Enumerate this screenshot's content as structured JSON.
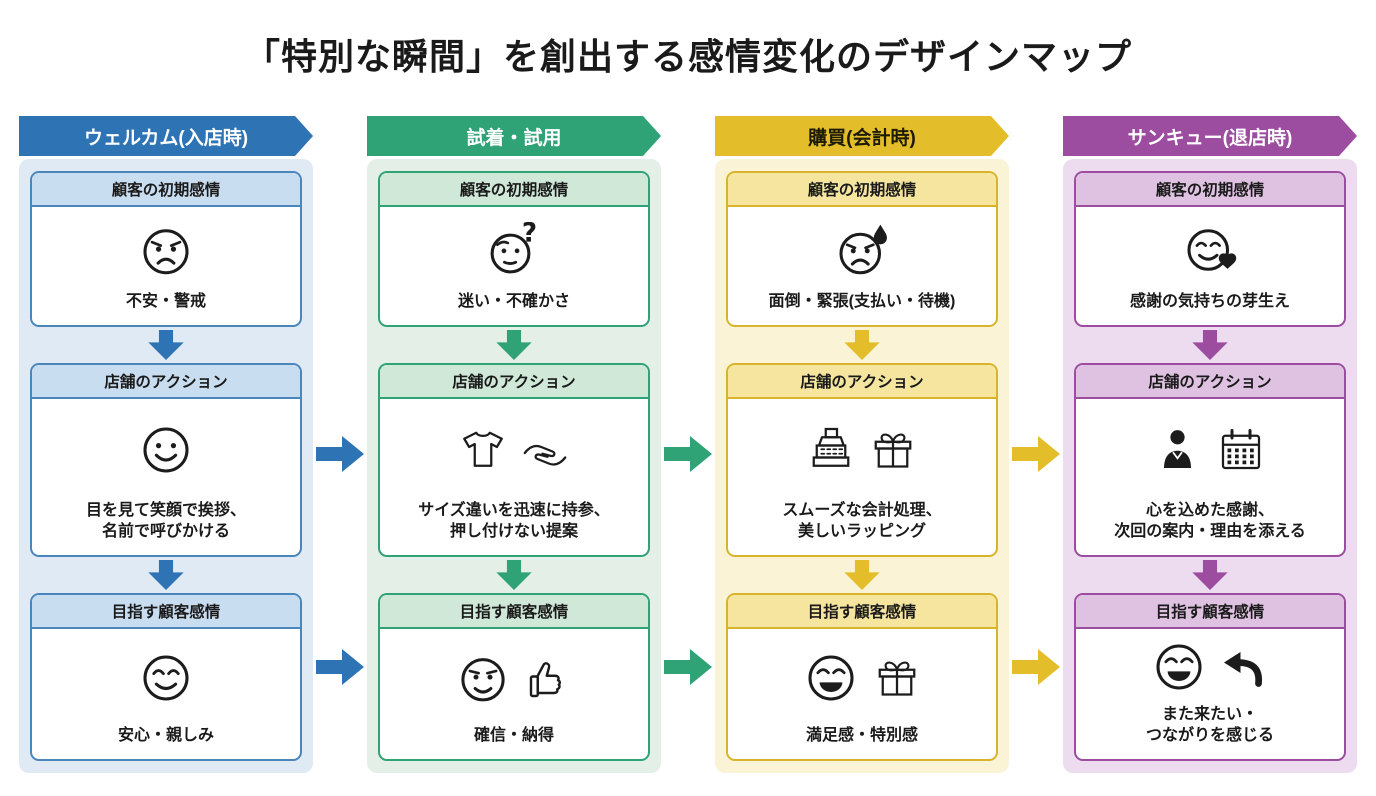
{
  "title": "「特別な瞬間」を創出する感情変化のデザインマップ",
  "row_labels": {
    "initial": "顧客の初期感情",
    "action": "店舗のアクション",
    "target": "目指す顧客感情"
  },
  "columns": [
    {
      "header": "ウェルカム(入店時)",
      "colors": {
        "main": "#2e74b5",
        "panel": "#dfeaf5",
        "strip": "#c9ddf1"
      },
      "initial": {
        "title": "顧客の初期感情",
        "icons": [
          "worried-face"
        ],
        "caption": "不安・警戒"
      },
      "action": {
        "title": "店舗のアクション",
        "icons": [
          "smiling-face"
        ],
        "caption": "目を見て笑顔で挨拶、\n名前で呼びかける"
      },
      "target": {
        "title": "目指す顧客感情",
        "icons": [
          "relieved-face"
        ],
        "caption": "安心・親しみ"
      }
    },
    {
      "header": "試着・試用",
      "colors": {
        "main": "#2fa276",
        "panel": "#e4f0e7",
        "strip": "#cfe8d8"
      },
      "initial": {
        "title": "顧客の初期感情",
        "icons": [
          "questioning-face"
        ],
        "caption": "迷い・不確かさ"
      },
      "action": {
        "title": "店舗のアクション",
        "icons": [
          "shirt",
          "offering-hands"
        ],
        "caption": "サイズ違いを迅速に持参、\n押し付けない提案"
      },
      "target": {
        "title": "目指す顧客感情",
        "icons": [
          "confident-face",
          "thumbs-up"
        ],
        "caption": "確信・納得"
      }
    },
    {
      "header": "購買(会計時)",
      "colors": {
        "main": "#e4be2a",
        "panel": "#fbf3d6",
        "strip": "#f5e59f"
      },
      "initial": {
        "title": "顧客の初期感情",
        "icons": [
          "stressed-face-sweat"
        ],
        "caption": "面倒・緊張(支払い・待機)"
      },
      "action": {
        "title": "店舗のアクション",
        "icons": [
          "cash-register",
          "gift-box"
        ],
        "caption": "スムーズな会計処理、\n美しいラッピング"
      },
      "target": {
        "title": "目指す顧客感情",
        "icons": [
          "delighted-face",
          "gift-box"
        ],
        "caption": "満足感・特別感"
      }
    },
    {
      "header": "サンキュー(退店時)",
      "colors": {
        "main": "#9c4d9f",
        "panel": "#eddcf0",
        "strip": "#dfc2e2"
      },
      "initial": {
        "title": "顧客の初期感情",
        "icons": [
          "grateful-face-heart"
        ],
        "caption": "感謝の気持ちの芽生え"
      },
      "action": {
        "title": "店舗のアクション",
        "icons": [
          "staff-person",
          "calendar"
        ],
        "caption": "心を込めた感謝、\n次回の案内・理由を添える"
      },
      "target": {
        "title": "目指す顧客感情",
        "icons": [
          "laughing-face",
          "return-arrow"
        ],
        "caption": "また来たい・\nつながりを感じる"
      }
    }
  ]
}
